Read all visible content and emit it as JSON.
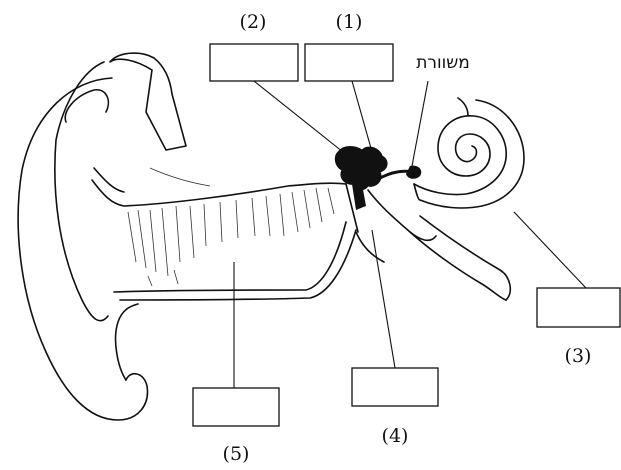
{
  "labels": {
    "n1": "(1)",
    "n2": "(2)",
    "n3": "(3)",
    "n4": "(4)",
    "n5": "(5)",
    "stirrup": "משוורת"
  },
  "blanks": {
    "b1": "",
    "b2": "",
    "b3": "",
    "b4": "",
    "b5": ""
  }
}
